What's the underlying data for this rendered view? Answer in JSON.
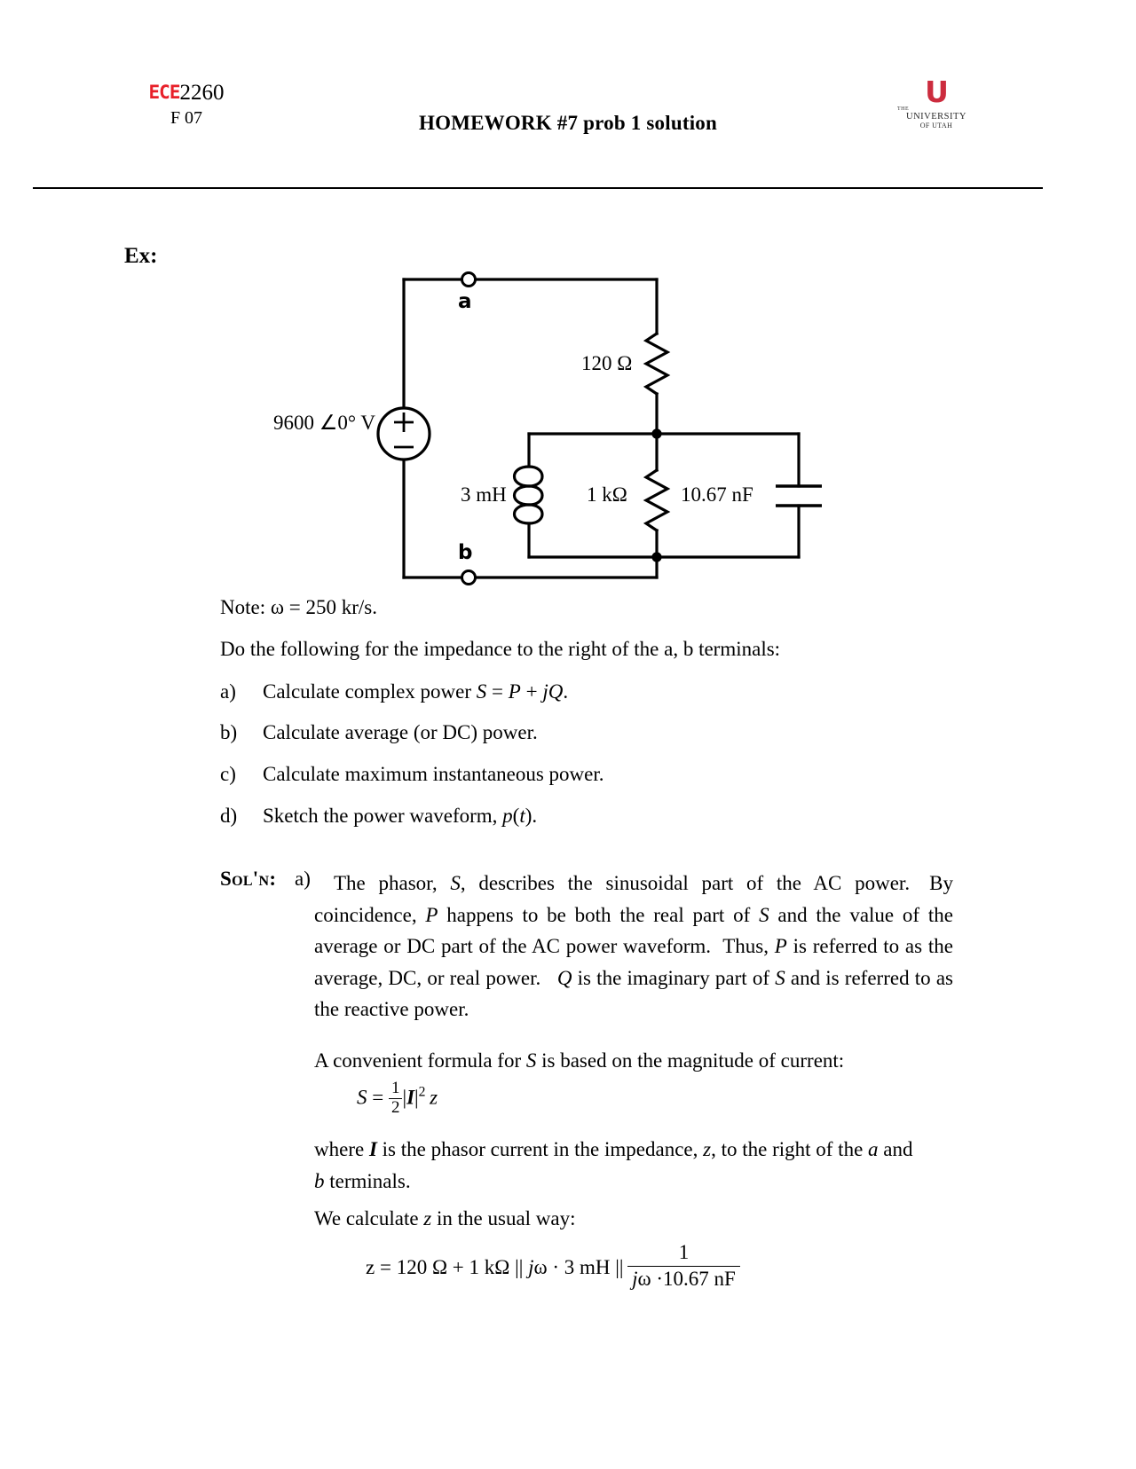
{
  "header": {
    "course_logo": "ECE",
    "course_number": "2260",
    "term": "F 07",
    "title": "HOMEWORK #7 prob 1 solution",
    "logo": {
      "glyph": "U",
      "the": "THE",
      "line1": "UNIVERSITY",
      "line2": "OF UTAH"
    }
  },
  "example": {
    "label": "Ex:"
  },
  "circuit": {
    "source_label": "9600 ∠0° V",
    "source_plus": "+",
    "source_minus": "−",
    "terminal_a": "a",
    "terminal_b": "b",
    "resistor_series": "120 Ω",
    "inductor": "3 mH",
    "resistor_parallel": "1 kΩ",
    "capacitor": "10.67 nF"
  },
  "note": "Note:  ω = 250 kr/s.",
  "prompt": "Do the following for the impedance to the right of the a, b terminals:",
  "items": [
    {
      "mark": "a)",
      "text": "Calculate complex power S = P + jQ."
    },
    {
      "mark": "b)",
      "text": "Calculate average (or DC) power."
    },
    {
      "mark": "c)",
      "text": "Calculate maximum instantaneous power."
    },
    {
      "mark": "d)",
      "text": "Sketch the power waveform, p(t)."
    }
  ],
  "solution": {
    "head": "Sol'n:",
    "part": "a)",
    "paragraph1": "The phasor, S, describes the sinusoidal part of the AC power.  By coincidence, P happens to be both the real part of S and the value of the average or DC part of the AC power waveform.  Thus, P is referred to as the average, DC, or real power.  Q is the imaginary part of S and is referred to as the reactive power.",
    "paragraph2": "A convenient formula for S is based on the magnitude of current:",
    "equation_s": "S = ½ |I|² z",
    "paragraph3": "where I is the phasor current in the impedance, z, to the right of the a and b terminals.",
    "paragraph4": "We calculate z in the usual way:",
    "equation_z": "z = 120 Ω + 1 kΩ || jω · 3 mH || 1/(jω · 10.67 nF)",
    "equation_z_parts": {
      "lhs": "z =",
      "r_series": "120 Ω",
      "plus": "+",
      "r_par": "1 kΩ",
      "par1": "||",
      "ind": "jω · 3 mH",
      "par2": "||",
      "frac_num": "1",
      "frac_den": "jω ·10.67 nF"
    }
  },
  "colors": {
    "accent_red": "#e8202a",
    "logo_red": "#cc2c3e",
    "ink": "#000000"
  }
}
